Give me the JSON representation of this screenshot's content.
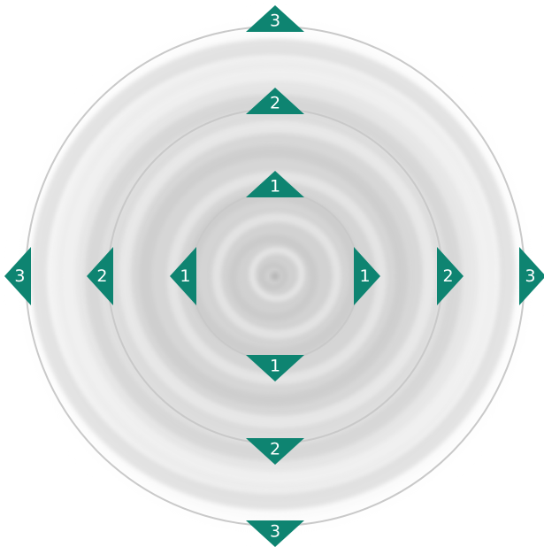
{
  "colors": {
    "arrow_fill": "#0e8471",
    "arrow_text": "#ffffff",
    "ring_stroke": "#c9c9c9",
    "water_dark": "#c4c4c4",
    "water_light": "#ffffff"
  },
  "background": {
    "image": "water-ripple"
  },
  "rings": [
    {
      "level": "1"
    },
    {
      "level": "2"
    },
    {
      "level": "3"
    }
  ],
  "arrows": [
    {
      "ring": 0,
      "direction": "up",
      "label": "1"
    },
    {
      "ring": 0,
      "direction": "down",
      "label": "1"
    },
    {
      "ring": 0,
      "direction": "left",
      "label": "1"
    },
    {
      "ring": 0,
      "direction": "right",
      "label": "1"
    },
    {
      "ring": 1,
      "direction": "up",
      "label": "2"
    },
    {
      "ring": 1,
      "direction": "down",
      "label": "2"
    },
    {
      "ring": 1,
      "direction": "left",
      "label": "2"
    },
    {
      "ring": 1,
      "direction": "right",
      "label": "2"
    },
    {
      "ring": 2,
      "direction": "up",
      "label": "3"
    },
    {
      "ring": 2,
      "direction": "down",
      "label": "3"
    },
    {
      "ring": 2,
      "direction": "left",
      "label": "3"
    },
    {
      "ring": 2,
      "direction": "right",
      "label": "3"
    }
  ]
}
